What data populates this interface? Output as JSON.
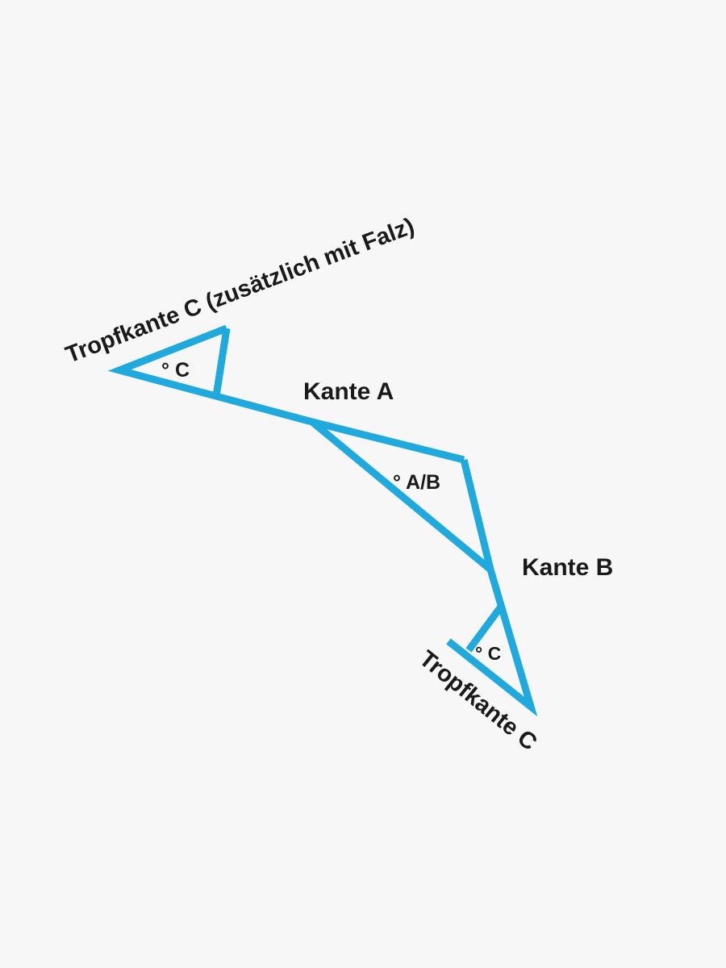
{
  "diagram": {
    "colors": {
      "background": "#f7f7f8",
      "line": "#1FA9DC",
      "text": "#1a1a1a"
    },
    "labels": {
      "top_drip_edge": "Tropfkante C (zusätzlich mit Falz)",
      "top_angle": "° C",
      "edge_a": "Kante A",
      "angle_ab": "° A/B",
      "edge_b": "Kante B",
      "bottom_angle": "° C",
      "bottom_drip_edge": "Tropfkante C"
    }
  }
}
